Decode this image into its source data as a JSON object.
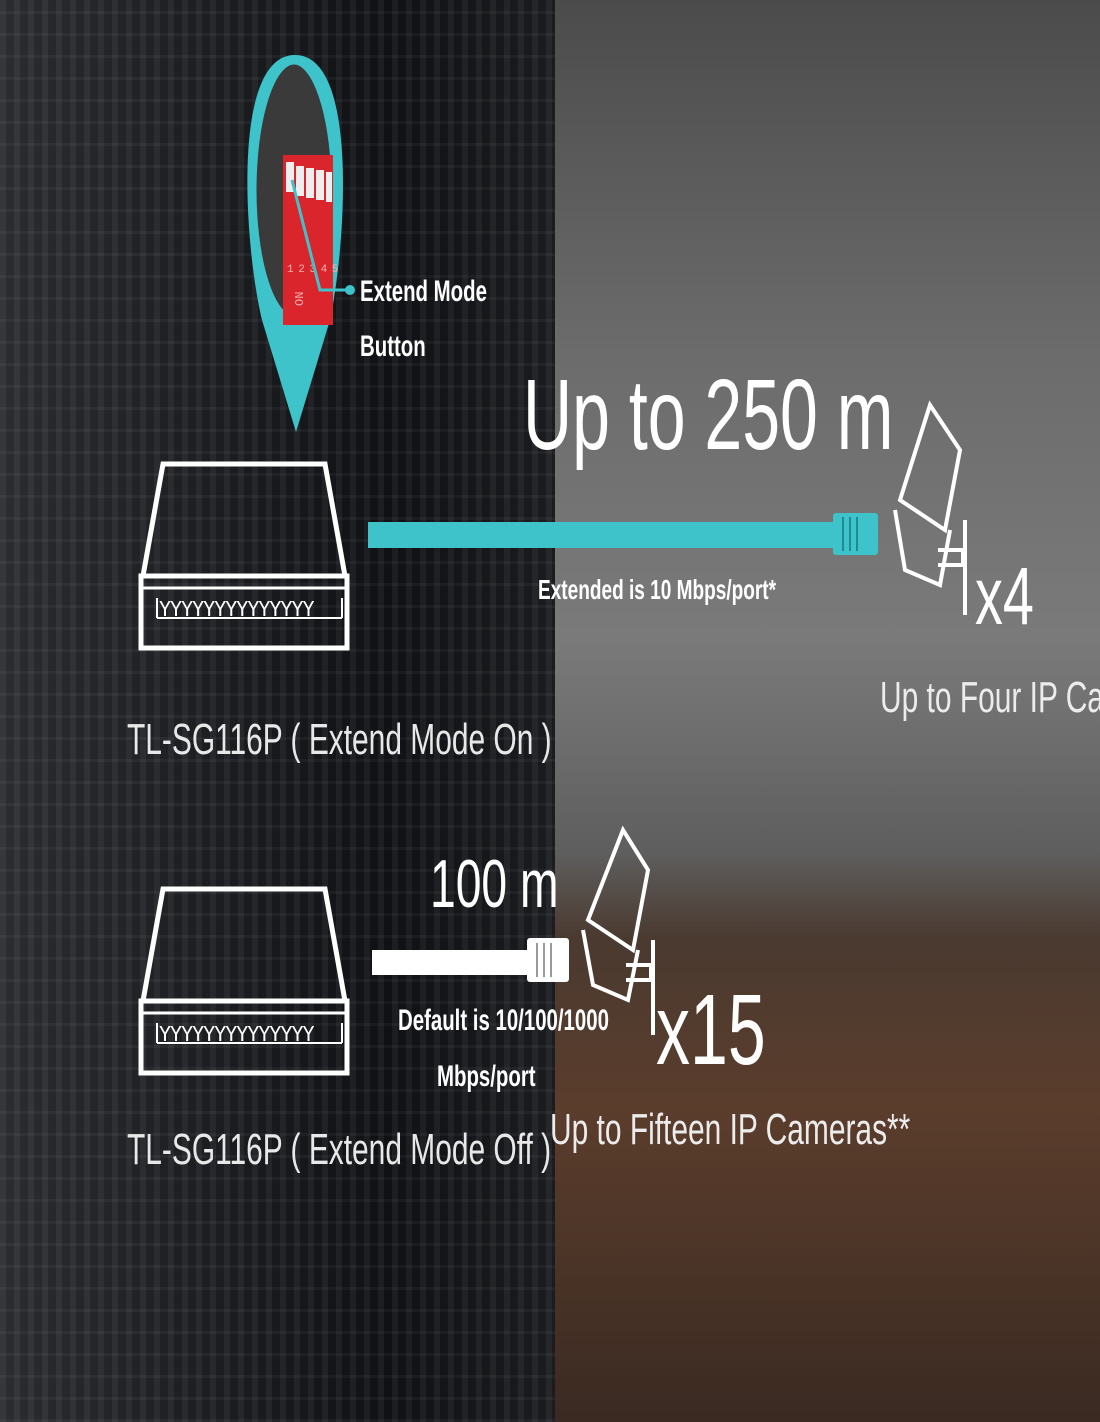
{
  "callout": {
    "line1": "Extend Mode",
    "line2": "Button",
    "dip_labels": "1 2 3 4 5",
    "dip_on": "ON"
  },
  "extended": {
    "distance": "Up to 250 m",
    "speed_note": "Extended is 10 Mbps/port*",
    "camera_count": "x4",
    "camera_caption": "Up to Four IP Cameras",
    "switch_label": "TL-SG116P ( Extend Mode On )"
  },
  "default": {
    "distance": "100 m",
    "speed_note_line1": "Default is 10/100/1000",
    "speed_note_line2": "Mbps/port",
    "camera_count": "x15",
    "camera_caption": "Up to Fifteen IP Cameras**",
    "switch_label": "TL-SG116P ( Extend Mode Off )"
  },
  "colors": {
    "accent": "#3ec3cb",
    "dip_red": "#d9252b"
  }
}
